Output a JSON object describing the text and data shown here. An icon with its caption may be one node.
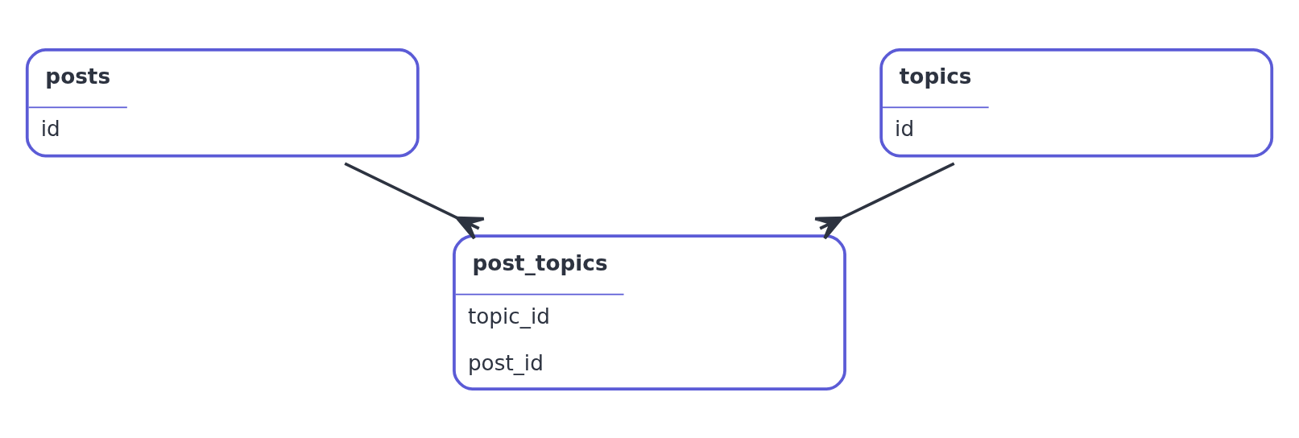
{
  "diagram": {
    "nodes": [
      {
        "text": [
          "posts",
          "id"
        ]
      },
      {
        "text": [
          "topics",
          "id"
        ]
      },
      {
        "text": [
          "post_topics",
          "topic_id",
          "post_id"
        ]
      }
    ],
    "edges": [
      {
        "from": 0,
        "to": 2,
        "arrow": "other"
      },
      {
        "from": 1,
        "to": 2,
        "arrow": "other"
      }
    ]
  }
}
